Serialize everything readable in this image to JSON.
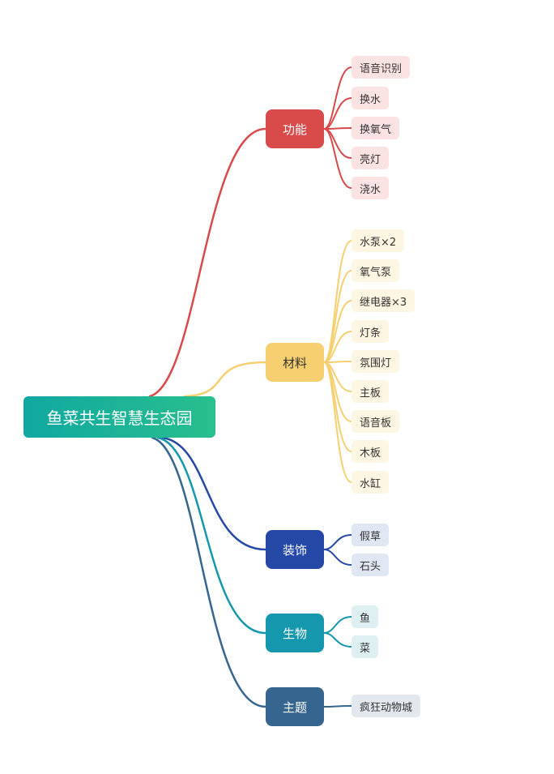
{
  "root": {
    "label": "鱼菜共生智慧生态园"
  },
  "branches": [
    {
      "label": "功能",
      "color": "#d94a4a",
      "leaf_bg": "#fbe3e3",
      "text_color": "#ffffff",
      "leaves": [
        "语音识别",
        "换水",
        "换氧气",
        "亮灯",
        "浇水"
      ]
    },
    {
      "label": "材料",
      "color": "#f6d070",
      "leaf_bg": "#fdf6e3",
      "text_color": "#333333",
      "leaves": [
        "水泵×2",
        "氧气泵",
        "继电器×3",
        "灯条",
        "氛围灯",
        "主板",
        "语音板",
        "木板",
        "水缸"
      ]
    },
    {
      "label": "装饰",
      "color": "#2649a8",
      "leaf_bg": "#e1e6f3",
      "text_color": "#ffffff",
      "leaves": [
        "假草",
        "石头"
      ]
    },
    {
      "label": "生物",
      "color": "#1597ae",
      "leaf_bg": "#dff0f3",
      "text_color": "#ffffff",
      "leaves": [
        "鱼",
        "菜"
      ]
    },
    {
      "label": "主题",
      "color": "#366590",
      "leaf_bg": "#e3e8ef",
      "text_color": "#ffffff",
      "leaves": [
        "疯狂动物城"
      ]
    }
  ]
}
